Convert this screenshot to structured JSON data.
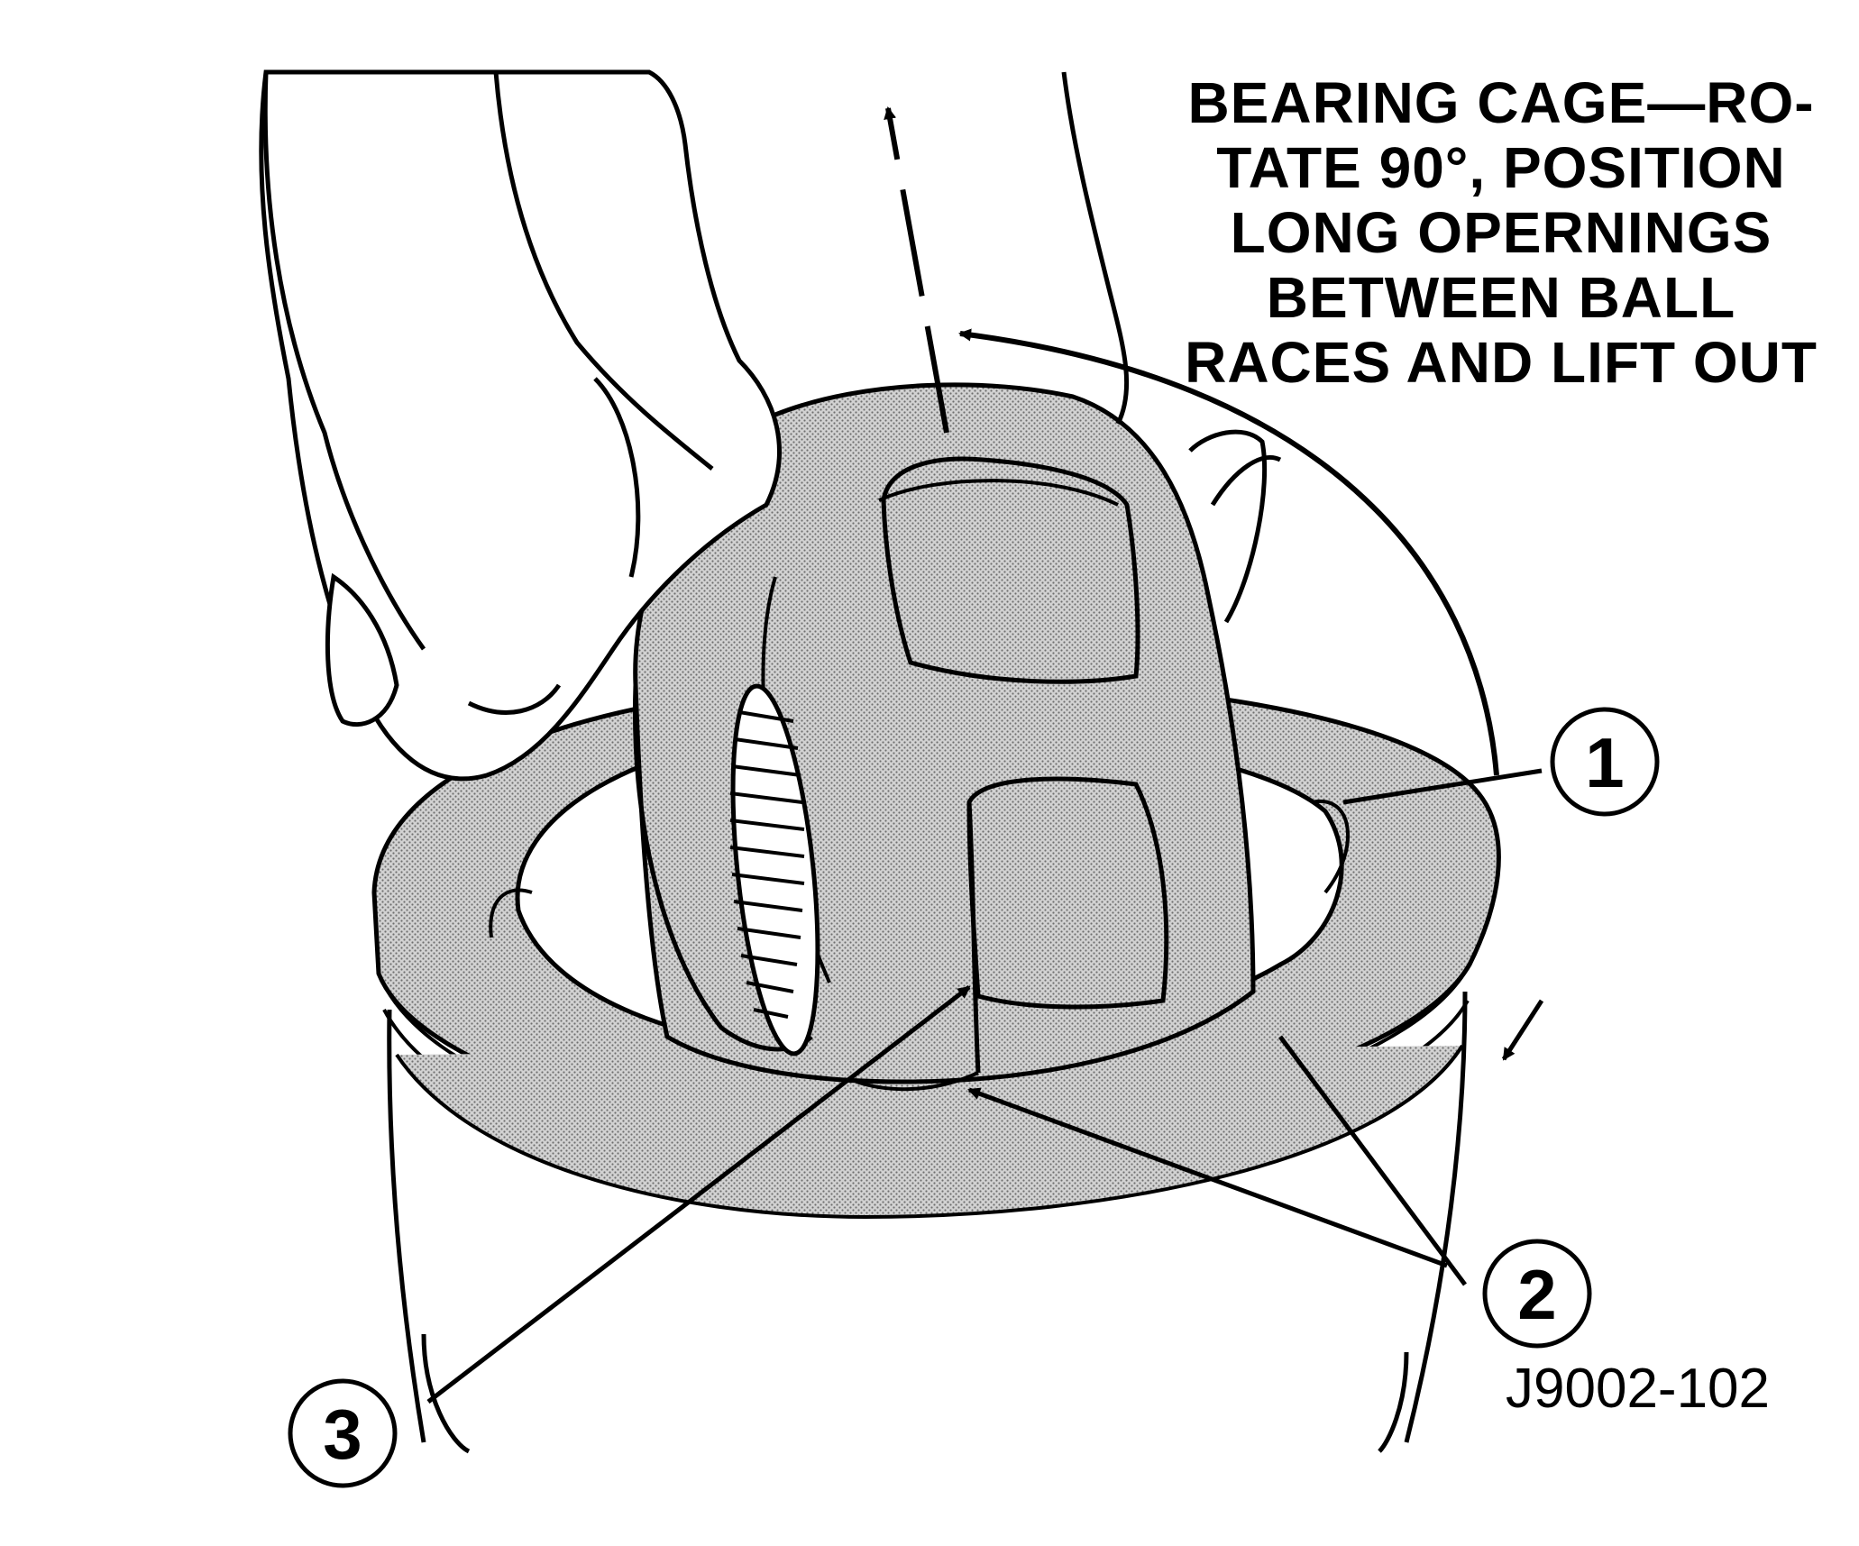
{
  "caption_lines": [
    "BEARING CAGE—RO-",
    "TATE 90°, POSITION",
    "LONG OPERNINGS",
    "BETWEEN BALL",
    "RACES AND LIFT OUT"
  ],
  "callouts": {
    "c1": "1",
    "c2": "2",
    "c3": "3"
  },
  "figure_id": "J9002-102",
  "colors": {
    "ink": "#000000",
    "shade": "#bdbdbd",
    "paper": "#ffffff"
  }
}
